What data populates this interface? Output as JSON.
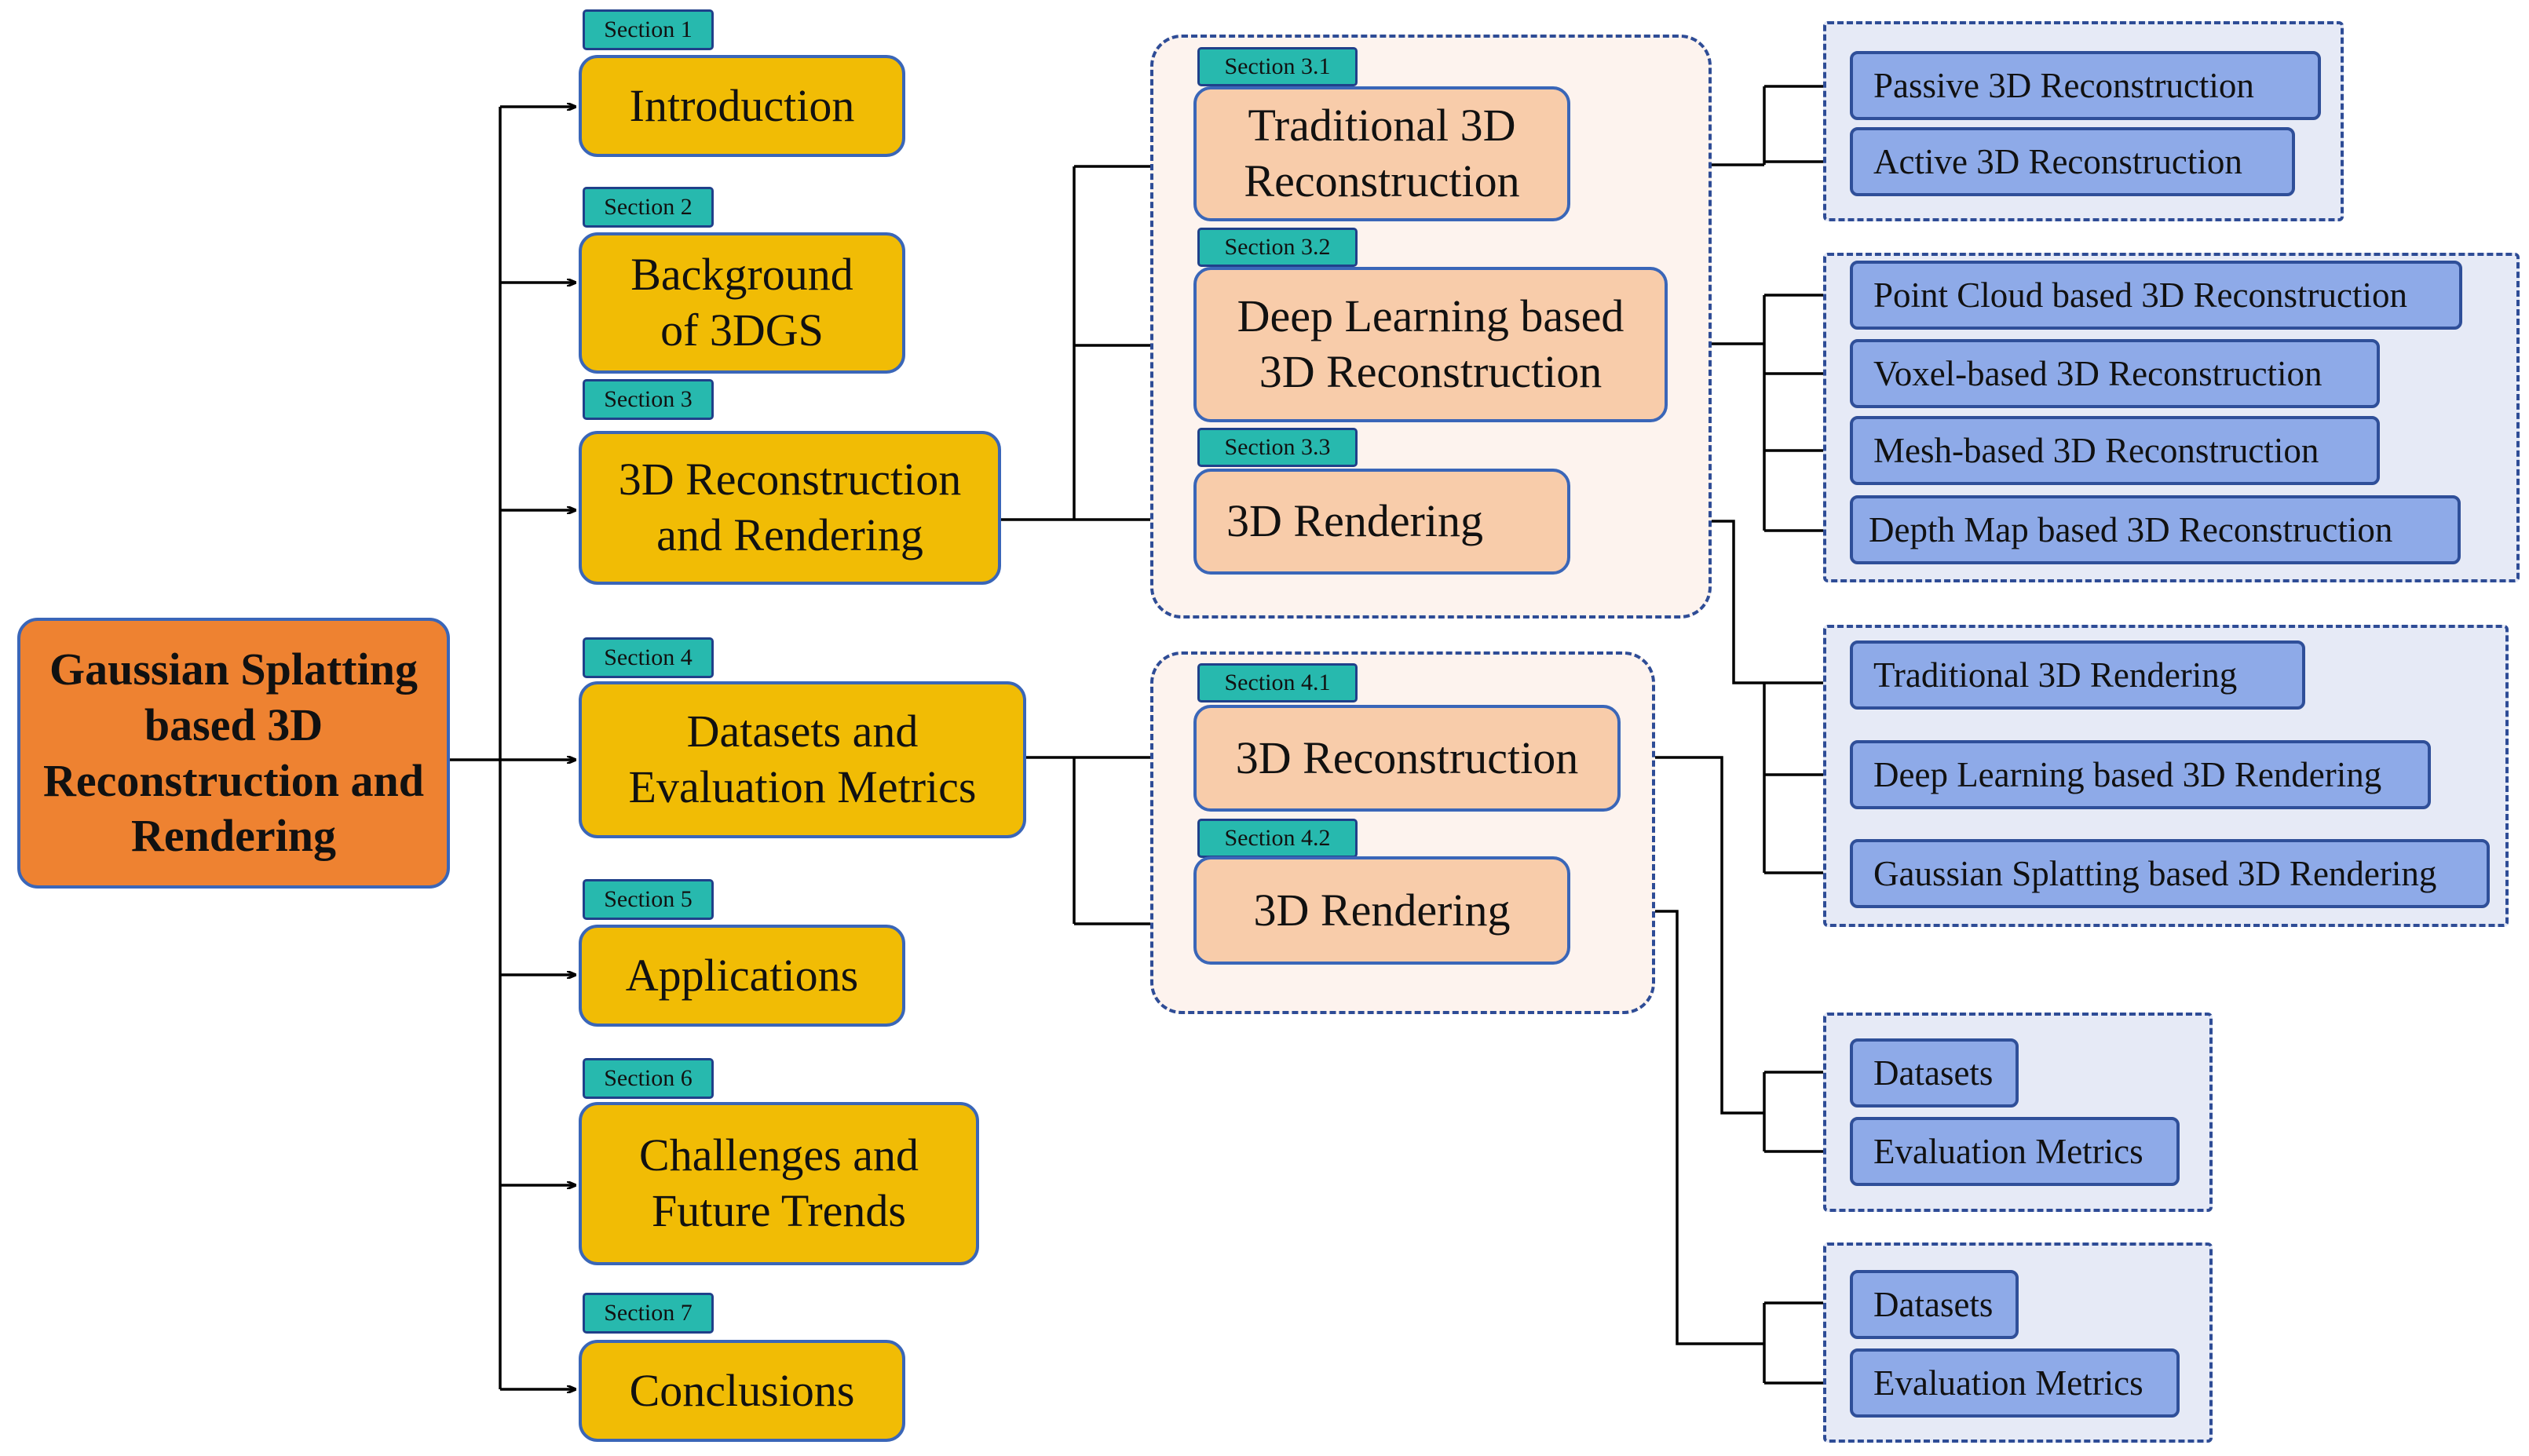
{
  "root": "Gaussian Splatting based 3D Reconstruction and Rendering",
  "colors": {
    "root_fill": "#ee8231",
    "section_fill": "#f1bc05",
    "subsection_fill": "#f8ccaa",
    "leaf_fill": "#8eaae8",
    "tag_fill": "#27b9ae",
    "border": "#3a66b8",
    "group_orange": "#fdf3ee",
    "group_blue": "#e6eaf6"
  },
  "sections": [
    {
      "tag": "Section 1",
      "title": "Introduction"
    },
    {
      "tag": "Section 2",
      "title": "Background\nof 3DGS"
    },
    {
      "tag": "Section 3",
      "title": "3D Reconstruction\nand Rendering"
    },
    {
      "tag": "Section 4",
      "title": "Datasets and\nEvaluation Metrics"
    },
    {
      "tag": "Section 5",
      "title": "Applications"
    },
    {
      "tag": "Section 6",
      "title": "Challenges and\nFuture Trends"
    },
    {
      "tag": "Section 7",
      "title": "Conclusions"
    }
  ],
  "subsections": [
    {
      "tag": "Section 3.1",
      "title": "Traditional 3D\nReconstruction"
    },
    {
      "tag": "Section 3.2",
      "title": "Deep Learning based\n3D Reconstruction"
    },
    {
      "tag": "Section 3.3",
      "title": "3D Rendering"
    },
    {
      "tag": "Section 4.1",
      "title": "3D Reconstruction"
    },
    {
      "tag": "Section 4.2",
      "title": "3D Rendering"
    }
  ],
  "leaves": {
    "traditional_reconstruction": [
      "Passive 3D Reconstruction",
      "Active 3D Reconstruction"
    ],
    "deep_learning_reconstruction": [
      "Point Cloud based 3D Reconstruction",
      "Voxel-based 3D Reconstruction",
      "Mesh-based 3D Reconstruction",
      "Depth Map based 3D Reconstruction"
    ],
    "rendering": [
      "Traditional 3D Rendering",
      "Deep Learning based 3D Rendering",
      "Gaussian Splatting based 3D Rendering"
    ],
    "reconstruction_eval": [
      "Datasets",
      "Evaluation Metrics"
    ],
    "rendering_eval": [
      "Datasets",
      "Evaluation Metrics"
    ]
  }
}
